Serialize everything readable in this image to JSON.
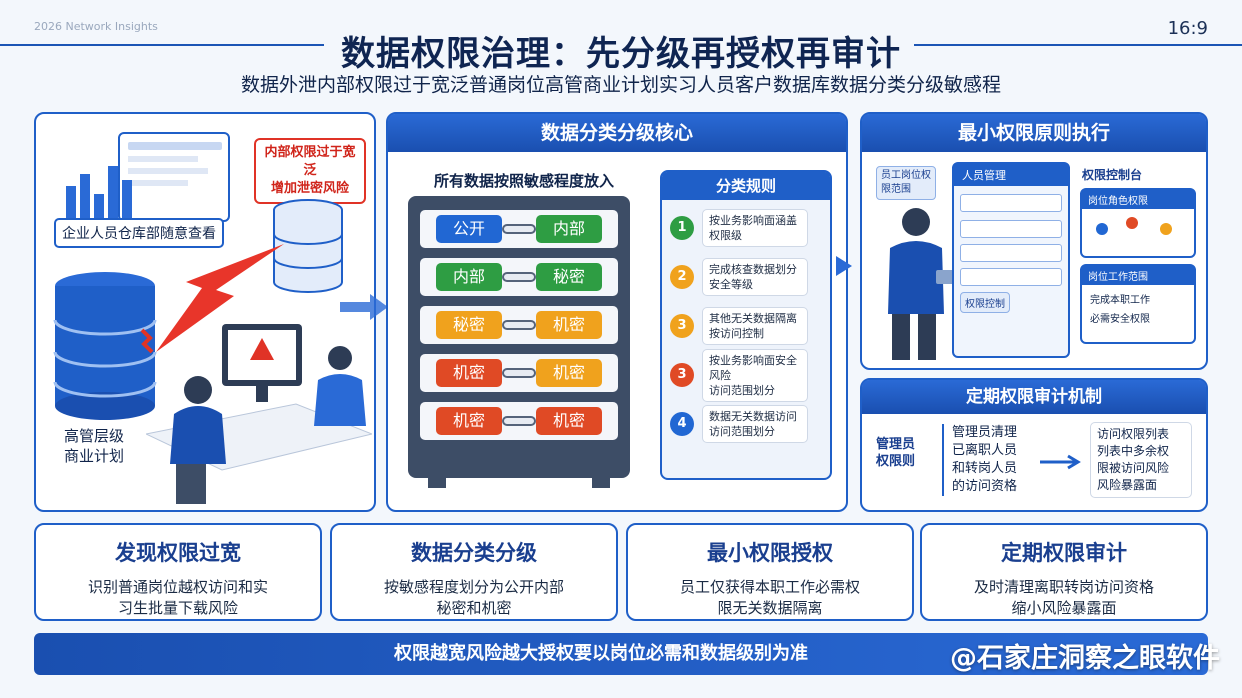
{
  "header": {
    "top_note": "2026 Network Insights",
    "ratio": "16:9",
    "title": "数据权限治理：先分级再授权再审计",
    "subtitle": "数据外泄内部权限过于宽泛普通岗位高管商业计划实习人员客户数据库数据分类分级敏感程"
  },
  "left_panel": {
    "callout": "内部权限过于宽泛\n增加泄密风险",
    "employee_tag": "企业人员仓库部随意查看",
    "exec_label_1": "高管层级",
    "exec_label_2": "商业计划"
  },
  "classification": {
    "header": "数据分类分级核心",
    "intro": "所有数据按照敏感程度放入",
    "slots": [
      {
        "left": "公开",
        "left_color": "blue",
        "right": "内部",
        "right_color": "green"
      },
      {
        "left": "内部",
        "left_color": "green",
        "right": "秘密",
        "right_color": "green"
      },
      {
        "left": "秘密",
        "left_color": "orange",
        "right": "机密",
        "right_color": "orange"
      },
      {
        "left": "机密",
        "left_color": "red",
        "right": "机密",
        "right_color": "orange"
      },
      {
        "left": "机密",
        "left_color": "red",
        "right": "机密",
        "right_color": "red"
      }
    ],
    "rules_header": "分类规则",
    "rules": [
      {
        "num": "1",
        "color": "#2e9d43",
        "text": "按业务影响面涵盖\n权限级"
      },
      {
        "num": "2",
        "color": "#f0a21d",
        "text": "完成核查数据划分\n安全等级"
      },
      {
        "num": "3",
        "color": "#f0a21d",
        "text": "其他无关数据隔离\n按访问控制"
      },
      {
        "num": "3",
        "color": "#e04a25",
        "text": "按业务影响面安全\n风险\n访问范围划分"
      },
      {
        "num": "4",
        "color": "#2167d3",
        "text": "数据无关数据访问\n访问范围划分"
      }
    ]
  },
  "least_privilege": {
    "header": "最小权限原则执行",
    "side_note": "员工岗位权限范围",
    "screen_title": "人员管理",
    "control_label": "权限控制台",
    "role_label": "岗位角色权限",
    "work_label": "岗位工作范围",
    "work_item_1": "完成本职工作",
    "work_item_2": "必需安全权限",
    "bottom_tag": "权限控制"
  },
  "audit": {
    "header": "定期权限审计机制",
    "left": "管理员\n权限则",
    "middle": "管理员清理\n已离职人员\n和转岗人员\n的访问资格",
    "right": "访问权限列表\n列表中多余权\n限被访问风险\n风险暴露面"
  },
  "cards": [
    {
      "title": "发现权限过宽",
      "text": "识别普通岗位越权访问和实习生批量下载风险"
    },
    {
      "title": "数据分类分级",
      "text": "按敏感程度划分为公开内部秘密和机密"
    },
    {
      "title": "最小权限授权",
      "text": "员工仅获得本职工作必需权限无关数据隔离"
    },
    {
      "title": "定期权限审计",
      "text": "及时清理离职转岗访问资格缩小风险暴露面"
    }
  ],
  "banner": "权限越宽风险越大授权要以岗位必需和数据级别为准",
  "watermark": "@石家庄洞察之眼软件",
  "colors": {
    "primary": "#1f5fc8",
    "danger": "#e03326",
    "public": "#2167d3",
    "internal": "#2e9d43",
    "secret": "#f0a21d",
    "confidential": "#e04a25"
  }
}
